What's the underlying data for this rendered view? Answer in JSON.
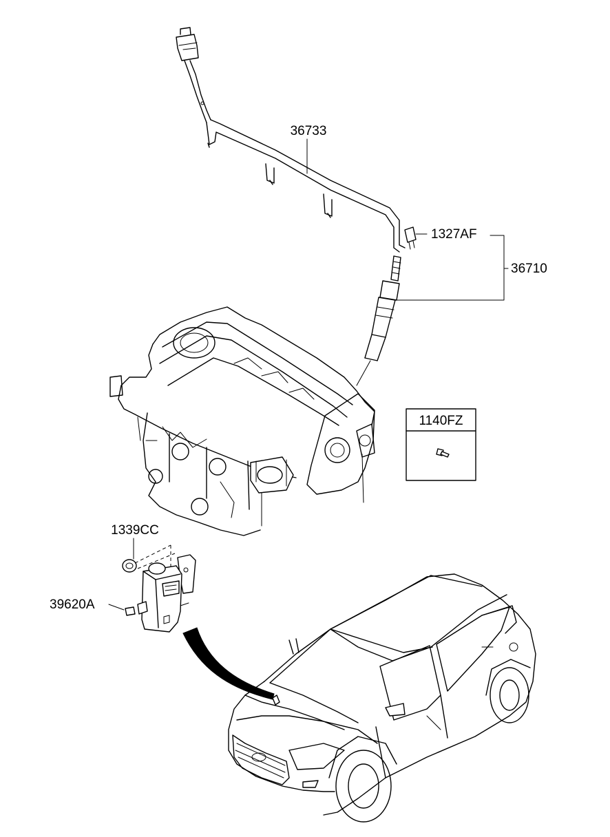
{
  "labels": {
    "harness": "36733",
    "nut": "1327AF",
    "glow_plug_assy": "36710",
    "box_part": "1140FZ",
    "grommet": "1339CC",
    "relay": "39620A"
  },
  "colors": {
    "line": "#000000",
    "background": "#ffffff"
  }
}
